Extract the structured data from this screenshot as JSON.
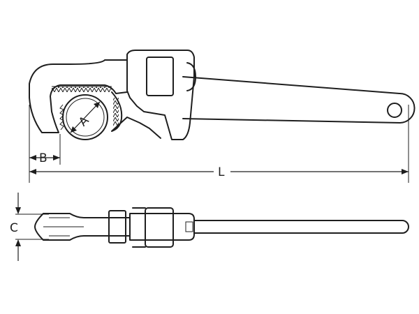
{
  "dimensions": {
    "A": "A",
    "B": "B",
    "L": "L",
    "C": "C"
  }
}
